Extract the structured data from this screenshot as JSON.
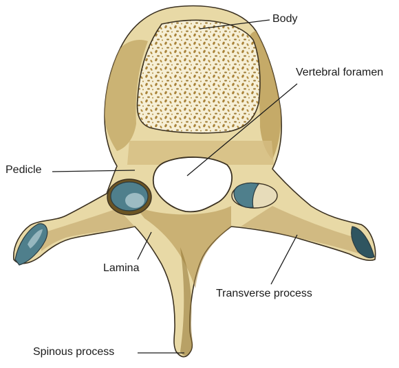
{
  "diagram": {
    "labels": {
      "body": "Body",
      "vertebral_foramen": "Vertebral foramen",
      "pedicle": "Pedicle",
      "lamina": "Lamina",
      "transverse_process": "Transverse process",
      "spinous_process": "Spinous process"
    },
    "colors": {
      "bone_light": "#efe5c0",
      "bone_mid": "#d9c58f",
      "bone_dark": "#a98a45",
      "bone_shadow": "#7d6530",
      "cartilage_blue": "#4f7f8c",
      "cartilage_light": "#a9c6cc",
      "outline": "#3a3020",
      "leader_line": "#1a1a1a"
    }
  }
}
